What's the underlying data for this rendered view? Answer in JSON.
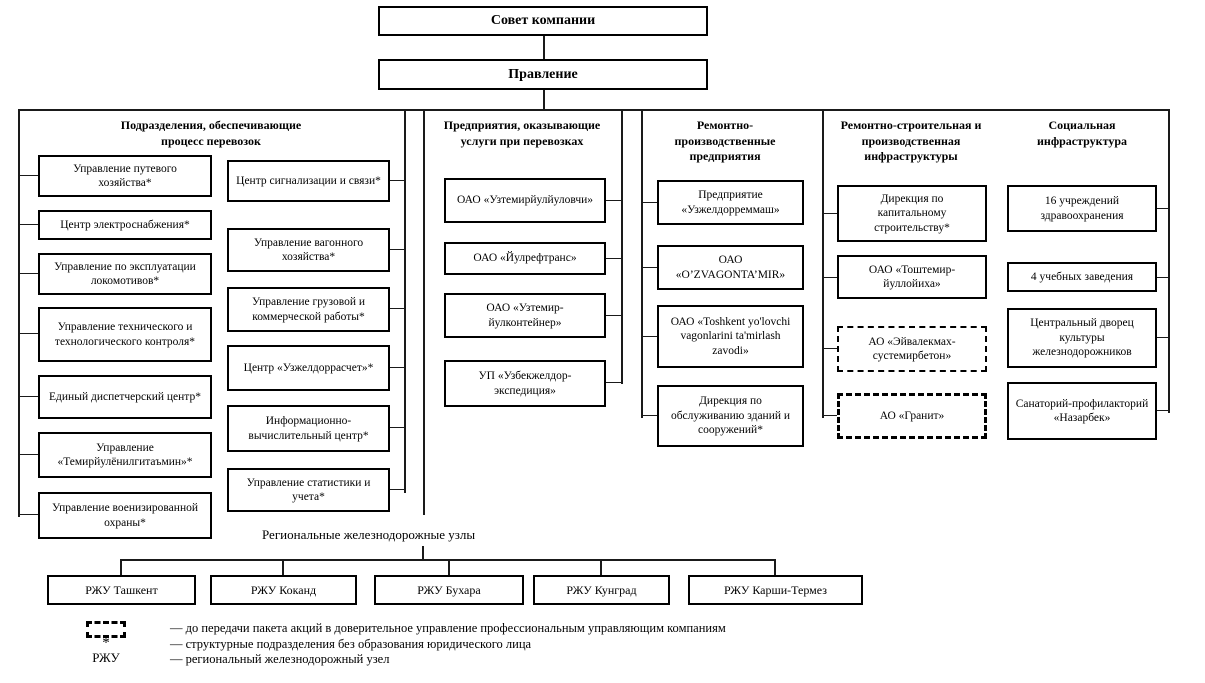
{
  "org": {
    "council": "Совет компании",
    "board": "Правление"
  },
  "groups": [
    {
      "title": "Подразделения, обеспечивающие процесс перевозок",
      "left": [
        "Управление путевого хозяйства*",
        "Центр электроснабжения*",
        "Управление по эксплуатации локомотивов*",
        "Управление технического и технологического контроля*",
        "Единый диспетчерский центр*",
        "Управление «Темирйулёнилгитаъмин»*",
        "Управление военизированной охраны*"
      ],
      "right": [
        "Центр сигнализации и связи*",
        "Управление вагонного хозяйства*",
        "Управление грузовой и коммерческой работы*",
        "Центр «Узжелдоррасчет»*",
        "Информационно-вычислительный центр*",
        "Управление статистики и учета*"
      ]
    },
    {
      "title": "Предприятия, оказывающие услуги при перевозках",
      "boxes": [
        "ОАО «Узтемирйулйуловчи»",
        "ОАО «Йулрефтранс»",
        "ОАО «Узтемир-йулконтейнер»",
        "УП «Узбекжелдор-экспедиция»"
      ]
    },
    {
      "title": "Ремонтно-производственные предприятия",
      "boxes": [
        "Предприятие «Узжелдорреммаш»",
        "ОАО «O’ZVAGONTA’MIR»",
        "ОАО «Toshkent yo'lovchi vagonlarini ta'mirlash zavodi»",
        "Дирекция по обслуживанию зданий и сооружений*"
      ]
    },
    {
      "title": "Ремонтно-строительная и производственная инфраструктуры",
      "boxes": [
        {
          "label": "Дирекция по капитальному строительству*",
          "border": "solid"
        },
        {
          "label": "ОАО «Тоштемир-йуллойиха»",
          "border": "solid"
        },
        {
          "label": "АО «Эйвалекмах-сустемирбетон»",
          "border": "dashed"
        },
        {
          "label": "АО «Гранит»",
          "border": "dashed"
        }
      ]
    },
    {
      "title": "Социальная инфраструктура",
      "boxes": [
        "16 учреждений здравоохранения",
        "4 учебных заведения",
        "Центральный дворец культуры железнодорожников",
        "Санаторий-профилакторий «Назарбек»"
      ]
    }
  ],
  "regional": {
    "label": "Региональные железнодорожные узлы",
    "nodes": [
      "РЖУ Ташкент",
      "РЖУ Коканд",
      "РЖУ Бухара",
      "РЖУ Кунград",
      "РЖУ Карши-Термез"
    ]
  },
  "legend": {
    "items": [
      {
        "symbol": "dashed-box",
        "text": "— до передачи пакета акций в доверительное управление профессиональным управляющим компаниям"
      },
      {
        "symbol": "*",
        "text": "— структурные подразделения без образования юридического лица"
      },
      {
        "symbol": "РЖУ",
        "text": "— региональный железнодорожный узел"
      }
    ]
  },
  "colors": {
    "line": "#000000",
    "box_border": "#000000",
    "background": "#ffffff",
    "text": "#000000"
  }
}
